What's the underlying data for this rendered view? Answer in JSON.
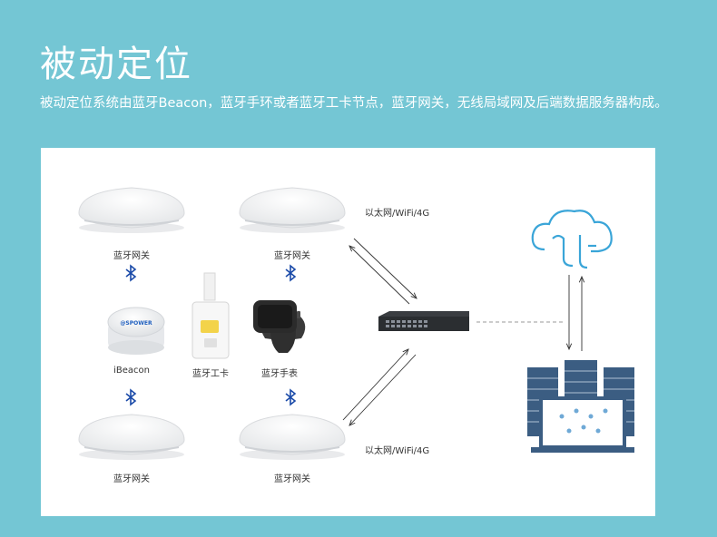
{
  "header": {
    "title": "被动定位",
    "description": "被动定位系统由蓝牙Beacon，蓝牙手环或者蓝牙工卡节点，蓝牙网关，无线局域网及后端数据服务器构成。"
  },
  "diagram": {
    "gateway_label": "蓝牙网关",
    "ibeacon_label": "iBeacon",
    "badge_label": "蓝牙工卡",
    "watch_label": "蓝牙手表",
    "link_label": "以太网/WiFi/4G",
    "beacon_logo": "@SPOWER"
  },
  "colors": {
    "background": "#74c6d4",
    "bluetooth": "#1a4aa8",
    "cloud": "#3aa5d8",
    "server": "#3b5d82"
  }
}
